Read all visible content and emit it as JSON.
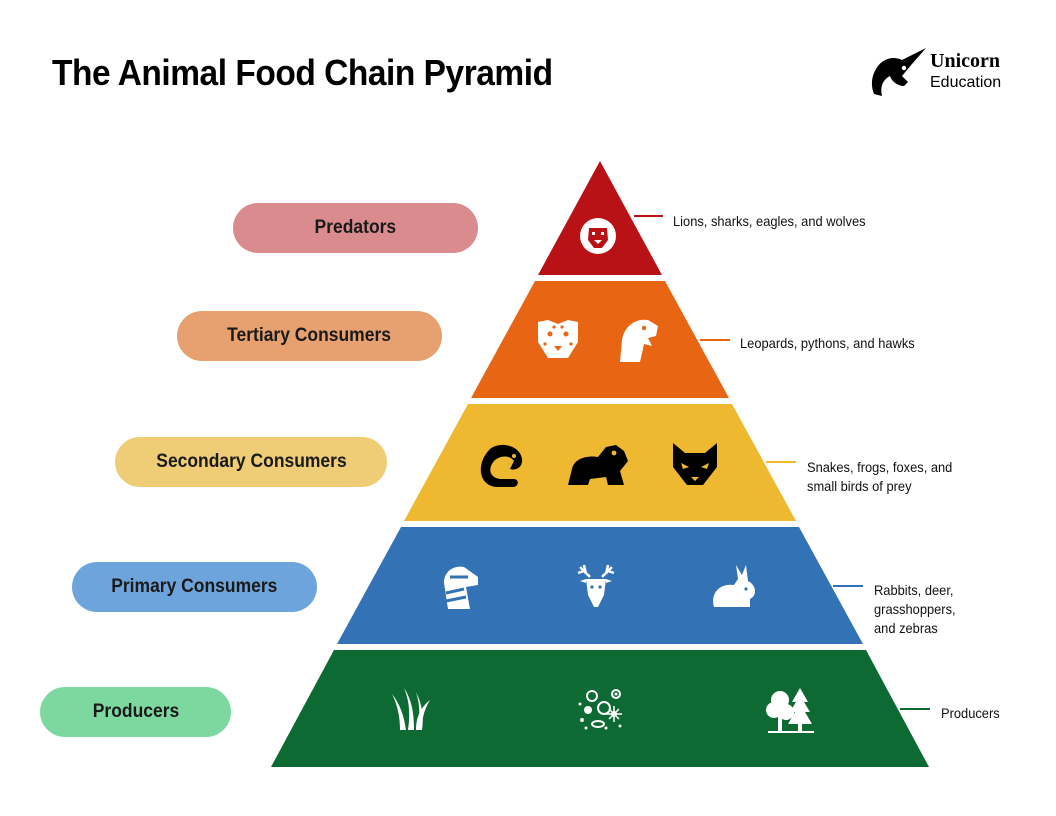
{
  "title": "The Animal Food Chain Pyramid",
  "brand": {
    "name": "Unicorn",
    "sub": "Education",
    "logo_icon": "unicorn-head-icon"
  },
  "levels": [
    {
      "label": "Predators",
      "pill_color": "#d98b8e",
      "tier_color": "#b81217",
      "description": "Lions, sharks, eagles, and wolves",
      "icons": [
        "lion-icon"
      ]
    },
    {
      "label": "Tertiary Consumers",
      "pill_color": "#e7a070",
      "tier_color": "#e86514",
      "description": "Leopards, pythons, and hawks",
      "icons": [
        "leopard-icon",
        "eagle-icon"
      ]
    },
    {
      "label": "Secondary Consumers",
      "pill_color": "#efcd76",
      "tier_color": "#eeb830",
      "description": "Snakes, frogs, foxes, and\nsmall birds of prey",
      "icons": [
        "snake-icon",
        "frog-icon",
        "fox-icon"
      ]
    },
    {
      "label": "Primary Consumers",
      "pill_color": "#6ea4dc",
      "tier_color": "#3272b5",
      "description": "Rabbits, deer,\ngrasshoppers,\nand zebras",
      "icons": [
        "zebra-icon",
        "deer-icon",
        "rabbit-icon"
      ]
    },
    {
      "label": "Producers",
      "pill_color": "#7dd8a0",
      "tier_color": "#0e6a33",
      "description": "Producers",
      "icons": [
        "grass-icon",
        "plankton-icon",
        "trees-icon"
      ]
    }
  ]
}
